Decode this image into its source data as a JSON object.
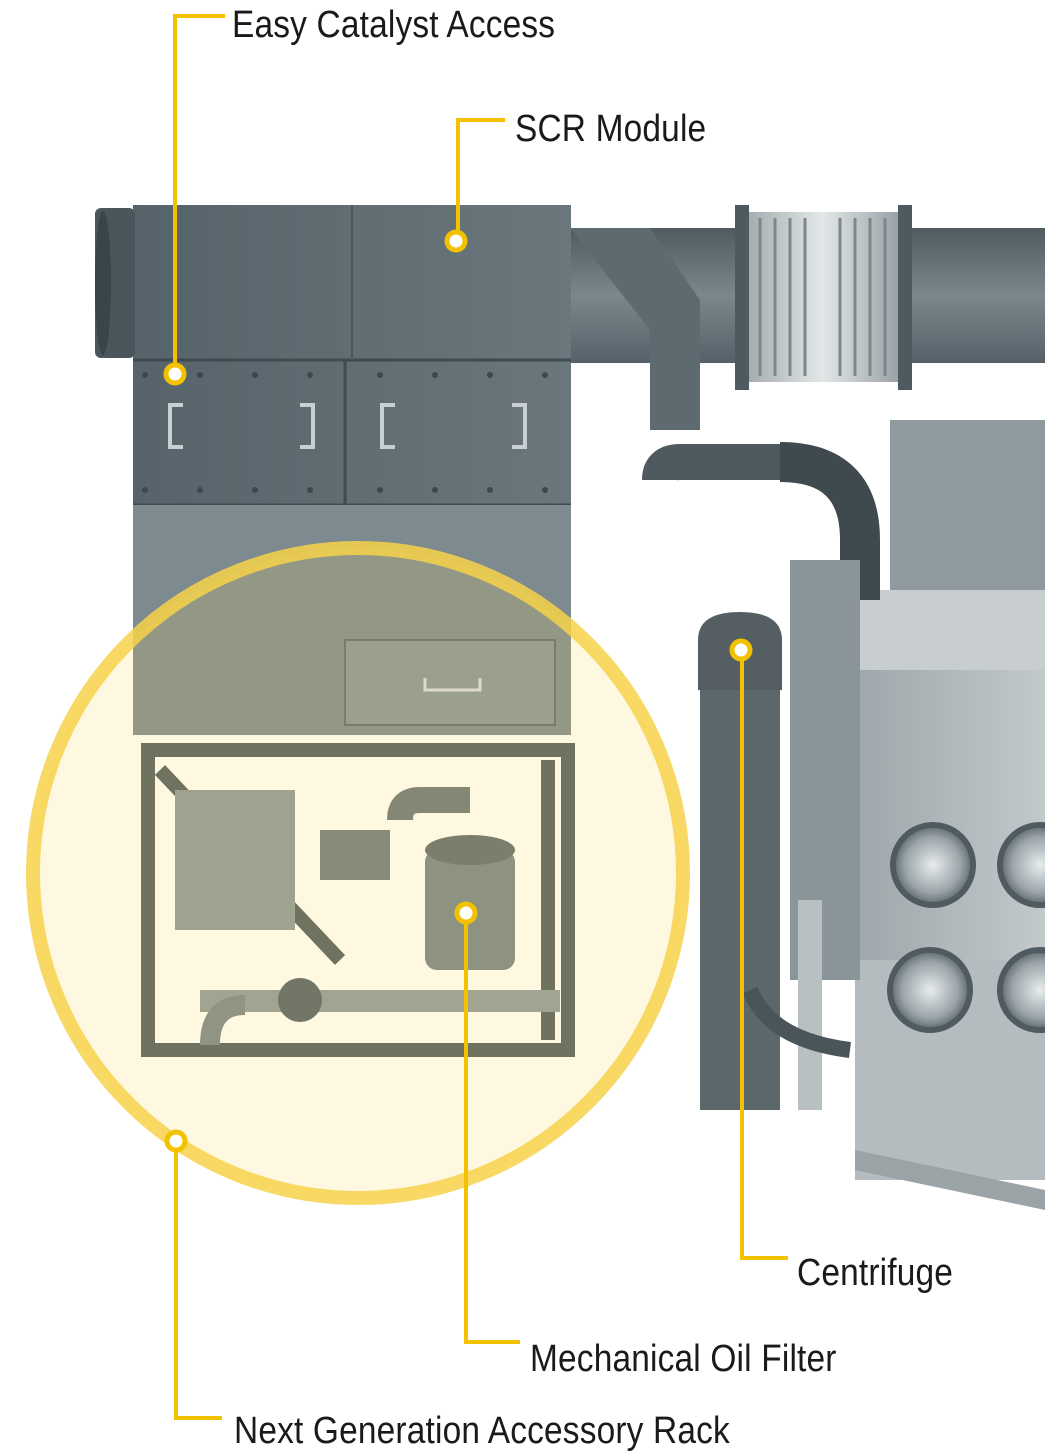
{
  "callouts": {
    "easy_catalyst_access": "Easy Catalyst Access",
    "scr_module": "SCR Module",
    "centrifuge": "Centrifuge",
    "mechanical_oil_filter": "Mechanical Oil Filter",
    "accessory_rack": "Next Generation Accessory Rack"
  },
  "colors": {
    "callout_line": "#f2c200",
    "highlight_ring": "#f7d24a",
    "label_text": "#1a1a1a",
    "engine_dark": "#5f6b6f",
    "engine_mid": "#8a9599",
    "engine_light": "#b9c0c2"
  }
}
